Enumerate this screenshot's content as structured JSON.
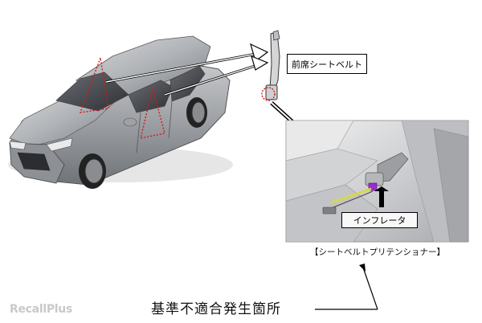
{
  "labels": {
    "front_seat_belt": "前席シートベルト",
    "inflator": "インフレータ",
    "pretensioner_caption": "【シートベルトプリテンショナー】",
    "defect_location": "基準不適合発生箇所"
  },
  "watermark": "RecallPlus",
  "colors": {
    "car_body": "#a9acb0",
    "highlight_red": "#d81818",
    "inflator_purple": "#9b2bd6",
    "harness_yellow": "#d8d84a"
  }
}
